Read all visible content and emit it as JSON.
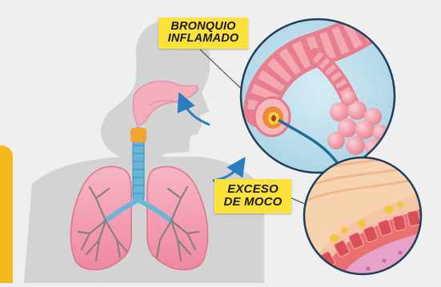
{
  "labels": {
    "inflamed_bronchus": [
      "BRONQUIO",
      "INFLAMADO"
    ],
    "excess_mucus": [
      "EXCESO",
      "DE MOCO"
    ]
  },
  "colors": {
    "background": "#efefef",
    "silhouette": "#d2d2d2",
    "lung": "#f6a0b5",
    "lung_outline": "#e0708c",
    "bronchi": "#8a8080",
    "trachea": "#68b7d6",
    "airway_pink": "#f4aab7",
    "arrow": "#2a7ec0",
    "label_bg": "#fde23a",
    "left_accent": "#f6b81f",
    "circle_outline": "#1d3f5c"
  },
  "icons": {
    "airflow": "airflow-arrow-icon",
    "connector": "curved-arrow-icon"
  }
}
